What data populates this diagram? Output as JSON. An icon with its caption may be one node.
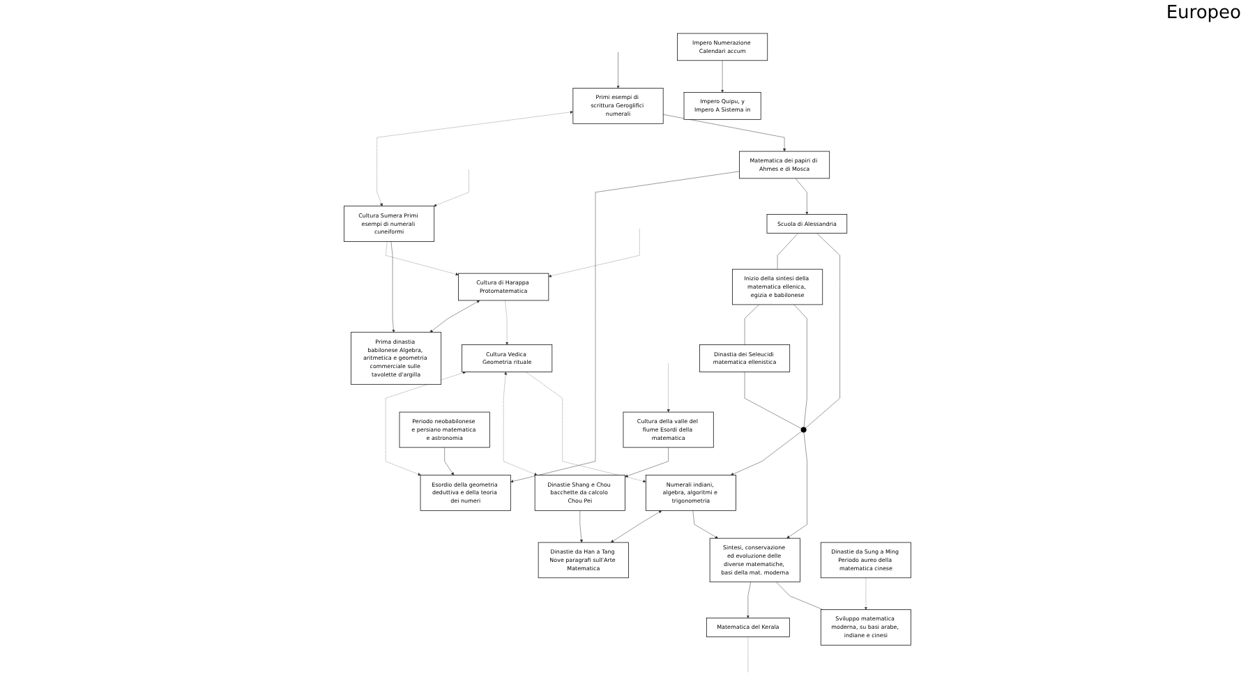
{
  "diagram": {
    "nodes": [
      {
        "text": [
          "Primi esempi di scrittura Geroglifici numerali"
        ]
      },
      {
        "text": [
          "Cultura Sumera Primi esempi di numerali cuneiformi"
        ]
      },
      {
        "text": [
          "Cultura di Harappa Protomatematica"
        ]
      },
      {
        "text": [
          "Cultura della valle del fiume Esordi della matematica"
        ]
      },
      {
        "text": [
          "Matematica dei papiri di Ahmes e di Mosca"
        ]
      },
      {
        "text": [
          "Prima dinastia babilonese Algebra, aritmetica e geometria commerciale sulle tavolette d'argilla"
        ]
      },
      {
        "text": [
          "Periodo neobabilonese e persiano matematica e astronomia"
        ]
      },
      {
        "text": [
          "Cultura Vedica Geometria rituale"
        ]
      },
      {
        "text": [
          "Dinastie Shang e Chou bacchette da calcolo Chou Pei"
        ]
      },
      {
        "text": [
          "Esordio della geometria deduttiva e della teoria dei numeri"
        ]
      },
      {
        "text": [
          "Scuola di Alessandria"
        ]
      },
      {
        "text": [
          "Inizio della sintesi della matematica ellenica, egizia e babilonese"
        ]
      },
      {
        "text": [
          "Dinastia dei Seleucidi matematica ellenistica"
        ]
      },
      {
        "text": [
          "Impero Numerazione Calendari accum"
        ]
      },
      {
        "text": [
          "Dinastie da Han a Tang Nove paragrafi sull'Arte Matematica"
        ]
      },
      {
        "text": [],
        "shape": "circle"
      },
      {
        "text": [
          "Numerali indiani, algebra, algoritmi e trigonometria"
        ]
      },
      {
        "text": [
          "Sintesi, conservazione ed evoluzione delle diverse matematiche, basi della mat. moderna"
        ]
      },
      {
        "text": [
          "Matematica del Kerala"
        ]
      },
      {
        "text": [
          "Dinastie da Sung a Ming Periodo aureo della matematica cinese"
        ]
      },
      {
        "text": [
          "Impero Quipu, y",
          "Impero A Sistema in"
        ]
      },
      {
        "text": [
          "Sviluppo matematica moderna, su basi arabe, indiane e cinesi"
        ]
      }
    ],
    "edges": [
      {
        "from": null,
        "to": 0,
        "arrow": "to"
      },
      {
        "from": null,
        "to": 1,
        "arrow": "to",
        "style": "dashed"
      },
      {
        "from": null,
        "to": 2,
        "arrow": "to",
        "style": "dashed"
      },
      {
        "from": null,
        "to": 3,
        "arrow": "to",
        "style": "dashed"
      },
      {
        "from": 0,
        "to": 1,
        "arrow": "both",
        "style": "dashed"
      },
      {
        "from": 1,
        "to": 2,
        "arrow": "to",
        "style": "dashed"
      },
      {
        "from": 2,
        "to": 5,
        "arrow": "both"
      },
      {
        "from": 0,
        "to": 4,
        "arrow": "to"
      },
      {
        "from": 1,
        "to": 5,
        "arrow": "to"
      },
      {
        "from": 3,
        "to": 8,
        "arrow": "to"
      },
      {
        "from": 2,
        "to": 7,
        "arrow": "to",
        "style": "dashed"
      },
      {
        "from": 4,
        "to": 9,
        "arrow": "to"
      },
      {
        "from": 6,
        "to": 9,
        "arrow": "to"
      },
      {
        "from": 4,
        "to": 10,
        "arrow": "to"
      },
      {
        "from": 7,
        "to": 9,
        "arrow": "both",
        "style": "dashed"
      },
      {
        "from": 7,
        "to": 8,
        "arrow": "both",
        "style": "dashed"
      },
      {
        "from": 8,
        "to": 14,
        "arrow": "to"
      },
      {
        "from": 10,
        "to": 11,
        "arrow": "none"
      },
      {
        "from": 11,
        "to": 12,
        "arrow": "none"
      },
      {
        "from": 10,
        "to": 15,
        "arrow": "none"
      },
      {
        "from": 11,
        "to": 15,
        "arrow": "none"
      },
      {
        "from": 12,
        "to": 15,
        "arrow": "none"
      },
      {
        "from": 7,
        "to": 16,
        "arrow": "to",
        "style": "dashed"
      },
      {
        "from": 15,
        "to": 16,
        "arrow": "to"
      },
      {
        "from": 15,
        "to": 17,
        "arrow": "to"
      },
      {
        "from": 16,
        "to": 14,
        "arrow": "both"
      },
      {
        "from": 16,
        "to": 17,
        "arrow": "to"
      },
      {
        "from": 17,
        "to": 18,
        "arrow": "to"
      },
      {
        "from": 18,
        "to": null,
        "arrow": "none",
        "style": "dashed"
      },
      {
        "from": 13,
        "to": 20,
        "arrow": "to"
      },
      {
        "from": 19,
        "to": 21,
        "arrow": "to",
        "style": "dashed"
      },
      {
        "from": 17,
        "to": 21,
        "arrow": "none"
      }
    ],
    "labels": [
      "Europeo"
    ]
  }
}
